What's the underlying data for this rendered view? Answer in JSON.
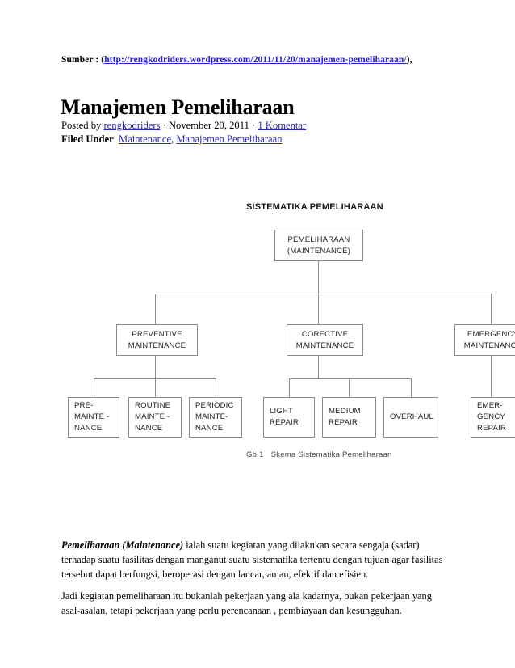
{
  "source": {
    "label": "Sumber : (",
    "url_text": "http://rengkodriders.wordpress.com/2011/11/20/manajemen-pemeliharaan/",
    "suffix": "),"
  },
  "post": {
    "title": "Manajemen Pemeliharaan",
    "posted_by_prefix": "Posted by ",
    "author": "rengkodriders",
    "sep1": " · ",
    "date": "November 20, 2011",
    "sep2": " · ",
    "comments": "1 Komentar",
    "filed_under_label": "Filed Under",
    "category_1": "Maintenance",
    "category_sep": ", ",
    "category_2": "Manajemen Pemeliharaan"
  },
  "diagram": {
    "title": "SISTEMATIKA PEMELIHARAAN",
    "caption_number": "Gb.1",
    "caption_text": "Skema Sistematika Pemeliharaan",
    "root": {
      "line1": "PEMELIHARAAN",
      "line2": "(MAINTENANCE)"
    },
    "branches": [
      {
        "line1": "PREVENTIVE",
        "line2": "MAINTENANCE"
      },
      {
        "line1": "CORECTIVE",
        "line2": "MAINTENANCE"
      },
      {
        "line1": "EMERGENCY",
        "line2": "MAINTENANCE"
      }
    ],
    "leaves_preventive": [
      {
        "line1": "PRE-",
        "line2": "MAINTE  -",
        "line3": "NANCE"
      },
      {
        "line1": "ROUTINE",
        "line2": "MAINTE  -",
        "line3": "NANCE"
      },
      {
        "line1": "PERIODIC",
        "line2": "MAINTE-",
        "line3": "NANCE"
      }
    ],
    "leaves_corective": [
      {
        "line1": "LIGHT",
        "line2": "REPAIR"
      },
      {
        "line1": "MEDIUM",
        "line2": "REPAIR"
      },
      {
        "line1": "OVERHAUL",
        "line2": ""
      }
    ],
    "leaves_emergency": [
      {
        "line1": "EMER-",
        "line2": "GENCY",
        "line3": "REPAIR"
      }
    ]
  },
  "body": {
    "paragraph1_lead": "Pemeliharaan (Maintenance)",
    "paragraph1_rest": " ialah suatu kegiatan yang dilakukan secara sengaja (sadar) terhadap suatu fasilitas dengan manganut suatu sistematika tertentu dengan tujuan agar fasilitas tersebut dapat berfungsi, beroperasi dengan lancar, aman, efektif dan efisien.",
    "paragraph2": "Jadi kegiatan pemeliharaan itu bukanlah pekerjaan yang ala kadarnya, bukan pekerjaan yang asal-asalan, tetapi pekerjaan yang perlu perencanaan , pembiayaan dan kesungguhan."
  },
  "colors": {
    "link_url": "#2424cc",
    "link_meta": "#2a2ab5",
    "box_border": "#8a8a8a",
    "text": "#000000"
  }
}
